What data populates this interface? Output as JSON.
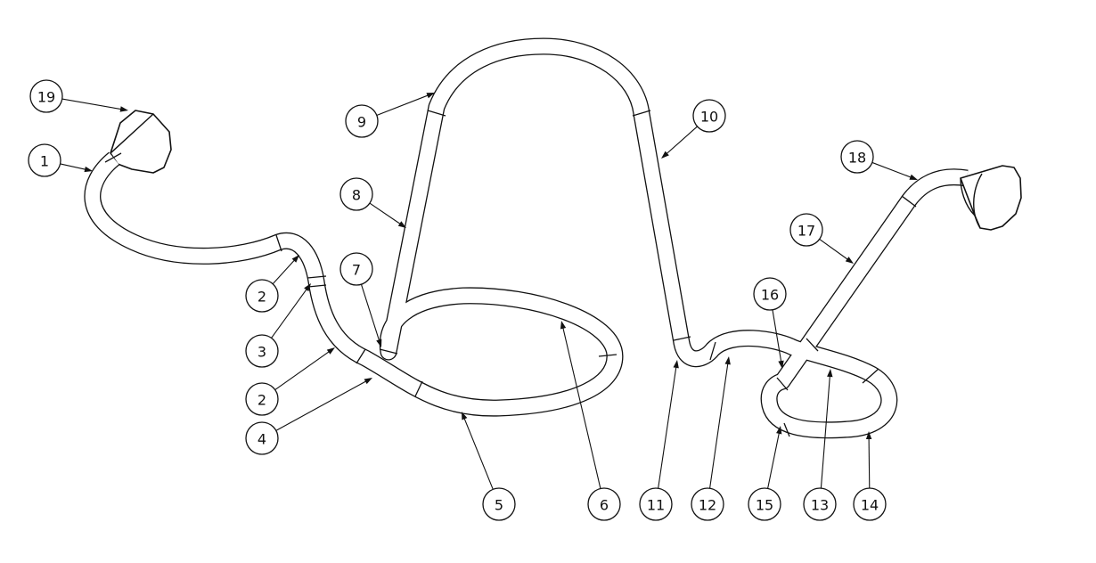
{
  "diagram": {
    "balloons": [
      {
        "id": "b19",
        "label": "19"
      },
      {
        "id": "b1",
        "label": "1"
      },
      {
        "id": "b9",
        "label": "9"
      },
      {
        "id": "b10",
        "label": "10"
      },
      {
        "id": "b8",
        "label": "8"
      },
      {
        "id": "b18",
        "label": "18"
      },
      {
        "id": "b17",
        "label": "17"
      },
      {
        "id": "b7",
        "label": "7"
      },
      {
        "id": "b2a",
        "label": "2"
      },
      {
        "id": "b3",
        "label": "3"
      },
      {
        "id": "b16",
        "label": "16"
      },
      {
        "id": "b2b",
        "label": "2"
      },
      {
        "id": "b4",
        "label": "4"
      },
      {
        "id": "b5",
        "label": "5"
      },
      {
        "id": "b6",
        "label": "6"
      },
      {
        "id": "b11",
        "label": "11"
      },
      {
        "id": "b12",
        "label": "12"
      },
      {
        "id": "b15",
        "label": "15"
      },
      {
        "id": "b13",
        "label": "13"
      },
      {
        "id": "b14",
        "label": "14"
      }
    ],
    "colors": {
      "line": "#111111",
      "background": "#ffffff"
    }
  }
}
